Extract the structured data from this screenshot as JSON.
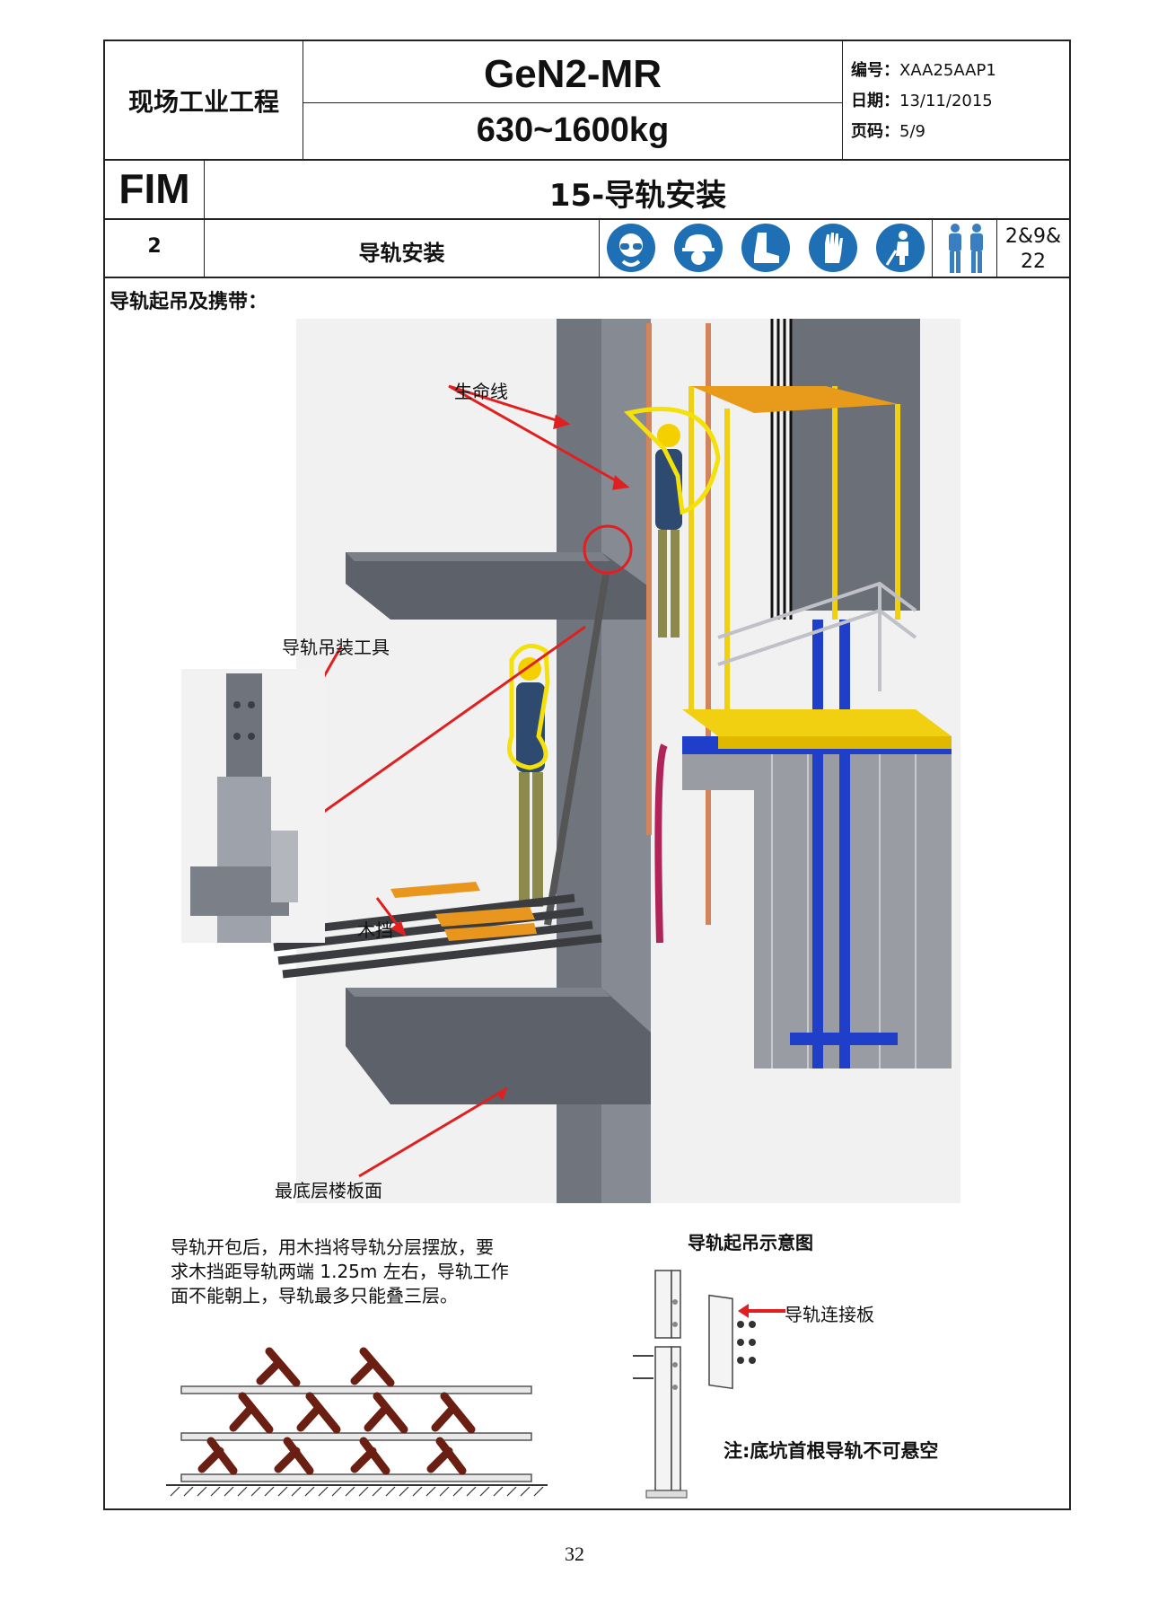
{
  "header": {
    "company": "现场工业工程",
    "title": "GeN2-MR",
    "subtitle": "630~1600kg",
    "doc_no_label": "编号：",
    "doc_no": "XAA25AAP1",
    "date_label": "日期：",
    "date": "13/11/2015",
    "page_label": "页码：",
    "page": "5/9",
    "section_code": "FIM",
    "section_title": "15-导轨安装",
    "step_no": "2",
    "step_title": "导轨安装",
    "people_ref_line1": "2&9&",
    "people_ref_line2": "22",
    "ppe_icons": [
      "goggles-icon",
      "helmet-icon",
      "safety-boots-icon",
      "gloves-icon",
      "harness-icon"
    ],
    "ppe_color": "#1e6fb4"
  },
  "content": {
    "section_heading": "导轨起吊及携带：",
    "callouts": {
      "lifeline": "生命线",
      "lifting_tool": "导轨吊装工具",
      "wood_block": "木挡",
      "bottom_floor": "最底层楼板面"
    },
    "note_paragraph": "导轨开包后，用木挡将导轨分层摆放，要求木挡距导轨两端 1.25m 左右，导轨工作面不能朝上，导轨最多只能叠三层。",
    "note_lines": [
      "导轨开包后，用木挡将导轨分层摆放，要",
      "求木挡距导轨两端 1.25m 左右，导轨工作",
      "面不能朝上，导轨最多只能叠三层。"
    ],
    "diagram_title": "导轨起吊示意图",
    "connector_label": "导轨连接板",
    "pit_note": "注:底坑首根导轨不可悬空"
  },
  "footer": {
    "page_number": "32"
  },
  "colors": {
    "lifeline": "#d4845a",
    "arrow": "#e02020",
    "highlight": "#f5e10a",
    "wood": "#e8961e",
    "shaft": "#7a7d86",
    "car_blue": "#1f3fc8"
  }
}
